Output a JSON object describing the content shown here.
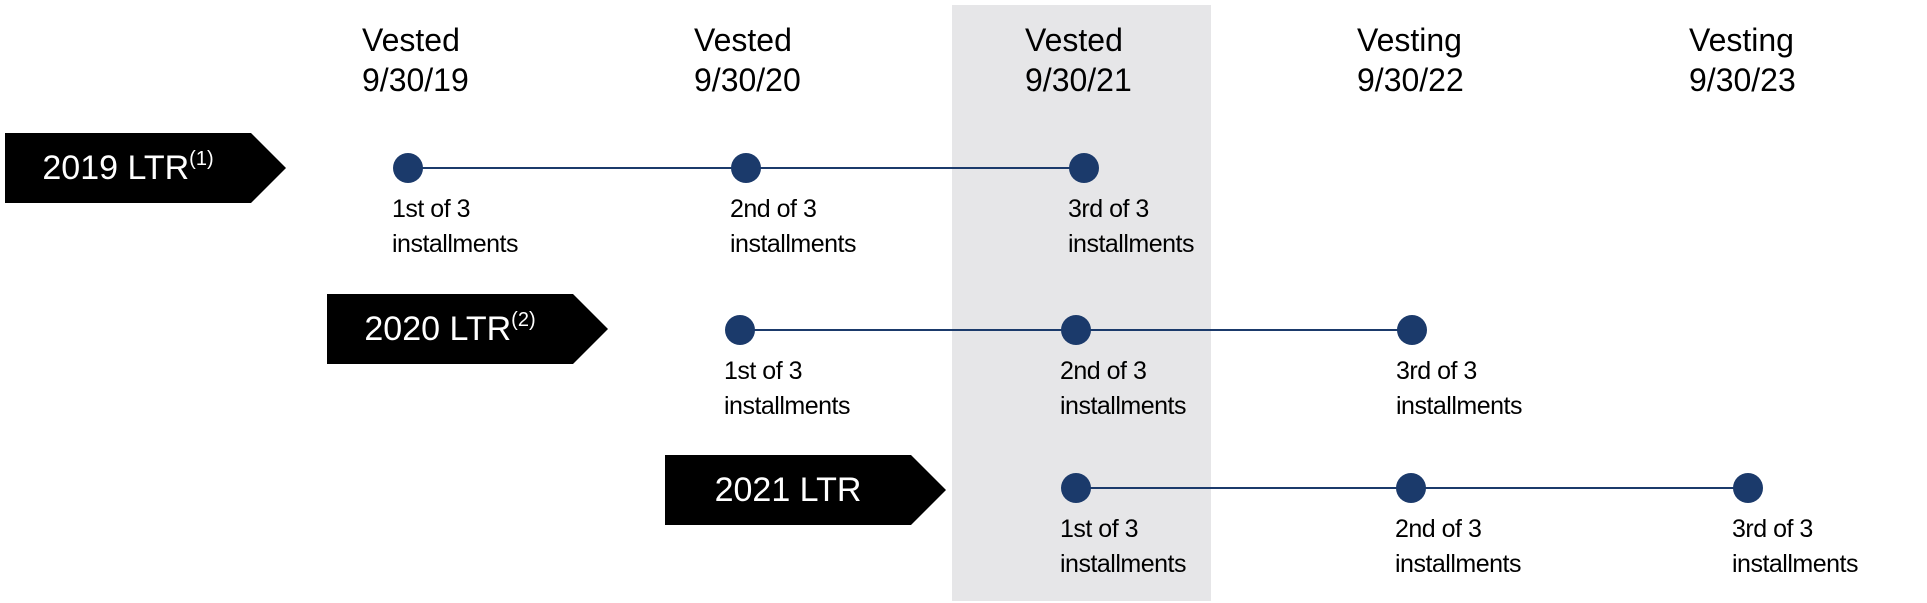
{
  "columns": [
    {
      "status": "Vested",
      "date": "9/30/19"
    },
    {
      "status": "Vested",
      "date": "9/30/20"
    },
    {
      "status": "Vested",
      "date": "9/30/21"
    },
    {
      "status": "Vesting",
      "date": "9/30/22"
    },
    {
      "status": "Vesting",
      "date": "9/30/23"
    }
  ],
  "colors": {
    "node": "#1b3a6b",
    "line": "#1b3a6b",
    "tag_background": "#000000",
    "tag_text": "#ffffff",
    "highlight": "#e6e6e8"
  },
  "plans": [
    {
      "label": "2019 LTR",
      "footnote": "(1)",
      "milestones": [
        {
          "column": 0,
          "line1": "1st of 3",
          "line2": "installments"
        },
        {
          "column": 1,
          "line1": "2nd of 3",
          "line2": "installments"
        },
        {
          "column": 2,
          "line1": "3rd of 3",
          "line2": "installments"
        }
      ]
    },
    {
      "label": "2020 LTR",
      "footnote": "(2)",
      "milestones": [
        {
          "column": 1,
          "line1": "1st of 3",
          "line2": "installments"
        },
        {
          "column": 2,
          "line1": "2nd of 3",
          "line2": "installments"
        },
        {
          "column": 3,
          "line1": "3rd of 3",
          "line2": "installments"
        }
      ]
    },
    {
      "label": "2021 LTR",
      "footnote": "",
      "milestones": [
        {
          "column": 2,
          "line1": "1st of 3",
          "line2": "installments"
        },
        {
          "column": 3,
          "line1": "2nd of 3",
          "line2": "installments"
        },
        {
          "column": 4,
          "line1": "3rd of 3",
          "line2": "installments"
        }
      ]
    }
  ]
}
